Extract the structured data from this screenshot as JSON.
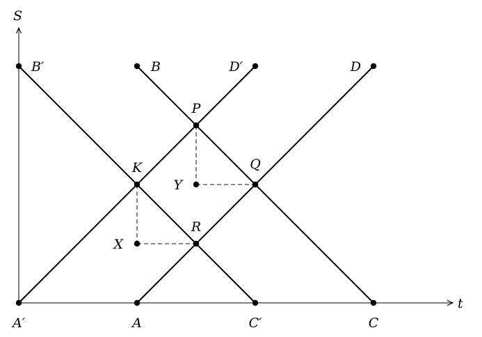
{
  "axes": {
    "x_label": "t",
    "y_label": "S"
  },
  "points": [
    {
      "id": "A_prime",
      "label": "A′"
    },
    {
      "id": "A",
      "label": "A"
    },
    {
      "id": "C_prime",
      "label": "C′"
    },
    {
      "id": "C",
      "label": "C"
    },
    {
      "id": "B_prime",
      "label": "B′"
    },
    {
      "id": "B",
      "label": "B"
    },
    {
      "id": "D_prime",
      "label": "D′"
    },
    {
      "id": "D",
      "label": "D"
    },
    {
      "id": "P",
      "label": "P"
    },
    {
      "id": "K",
      "label": "K"
    },
    {
      "id": "Q",
      "label": "Q"
    },
    {
      "id": "R",
      "label": "R"
    },
    {
      "id": "X",
      "label": "X"
    },
    {
      "id": "Y",
      "label": "Y"
    }
  ],
  "segments": [
    {
      "from": "A_prime",
      "to": "D_prime"
    },
    {
      "from": "A",
      "to": "D"
    },
    {
      "from": "B_prime",
      "to": "C_prime"
    },
    {
      "from": "B",
      "to": "C"
    }
  ],
  "dashed_segments": [
    {
      "from": "K",
      "to": "X"
    },
    {
      "from": "X",
      "to": "R"
    },
    {
      "from": "P",
      "to": "Y"
    },
    {
      "from": "Y",
      "to": "Q"
    }
  ]
}
